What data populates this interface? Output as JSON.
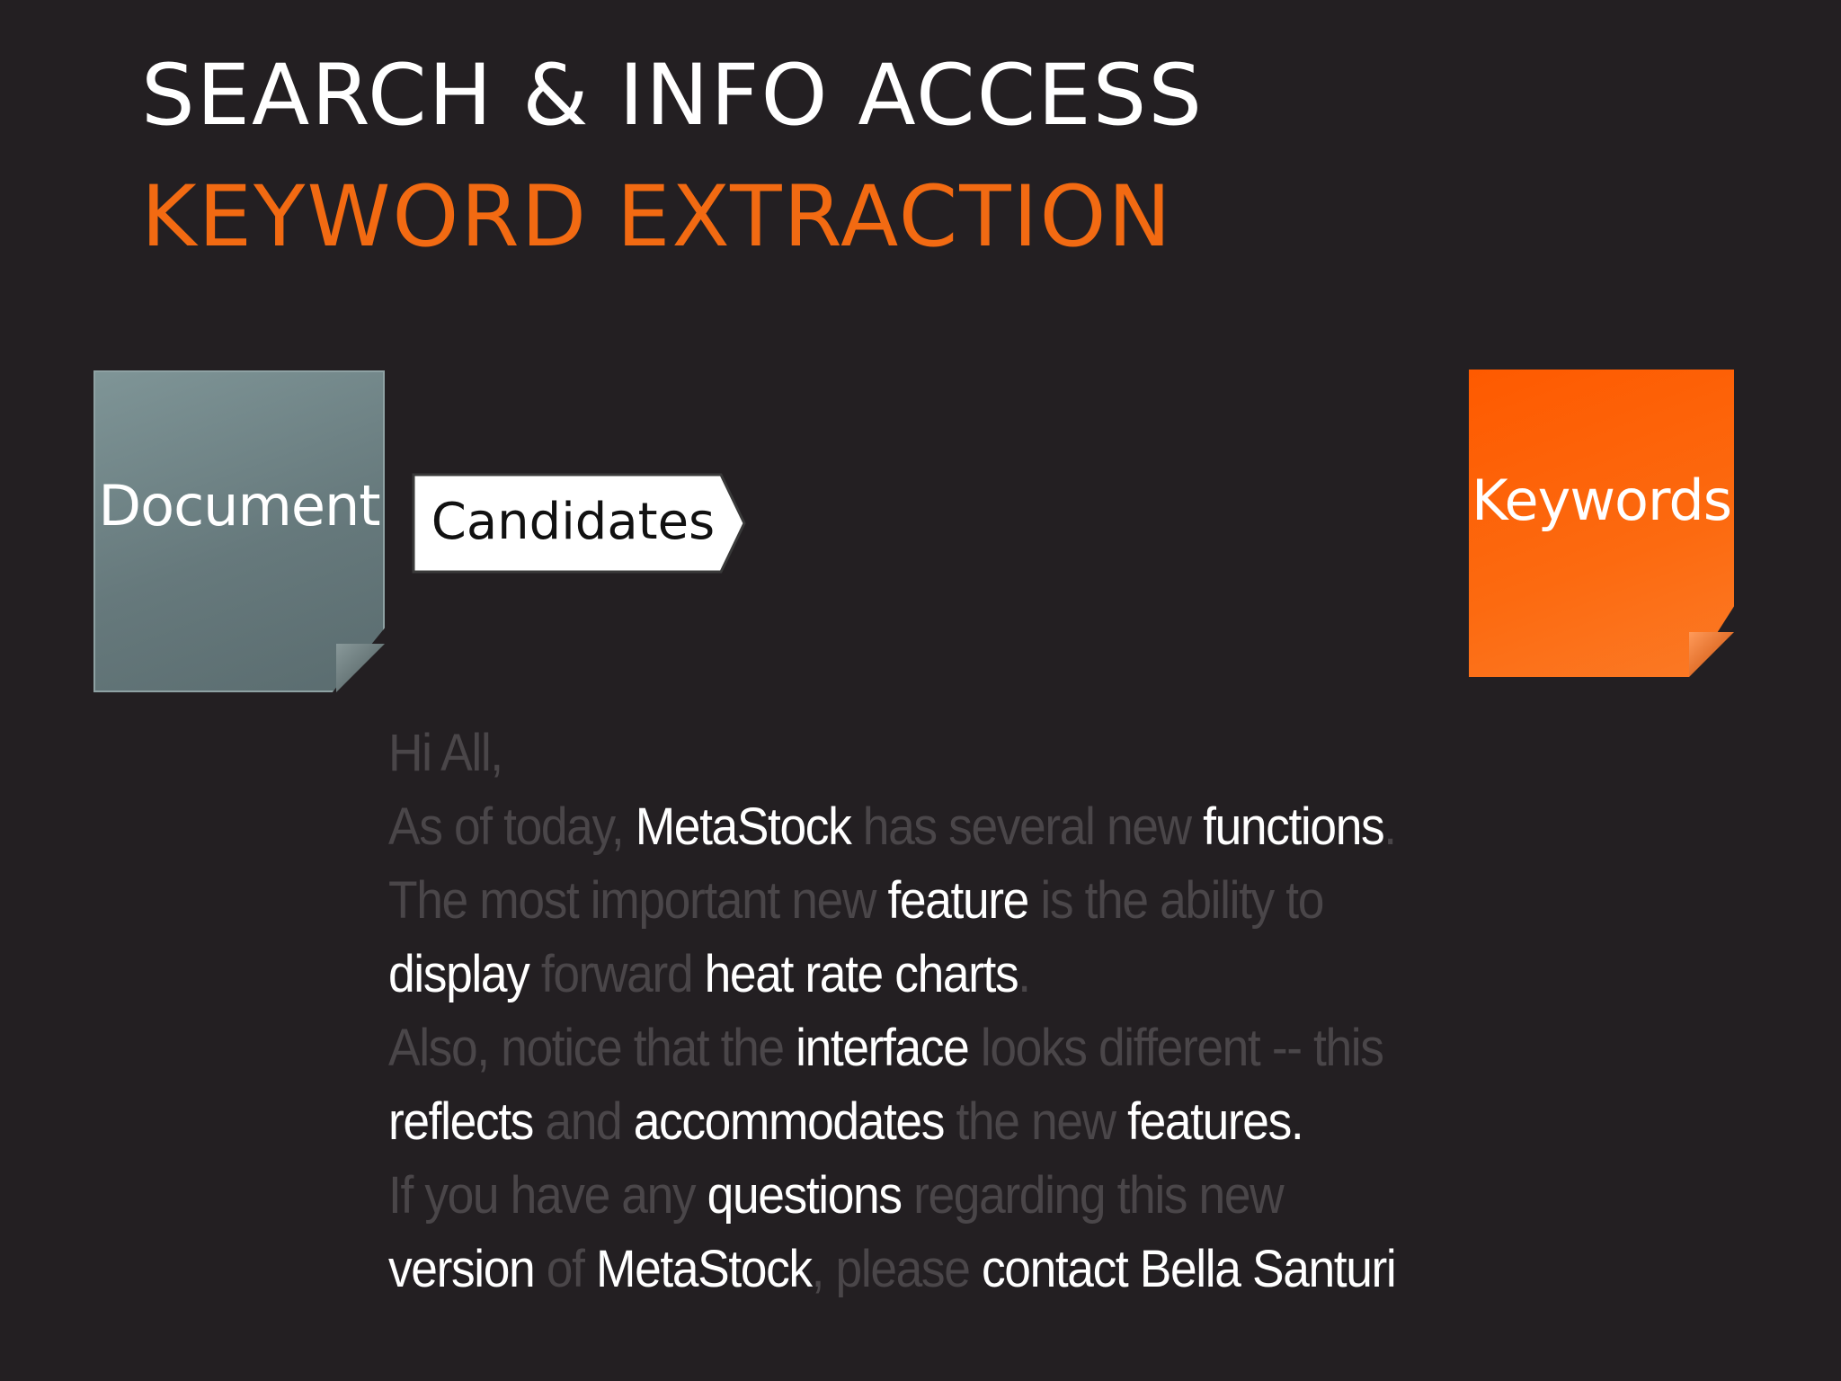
{
  "slide": {
    "title": "SEARCH & INFO ACCESS",
    "subtitle": "KEYWORD EXTRACTION"
  },
  "diagram": {
    "document_label": "Document",
    "candidates_label": "Candidates",
    "keywords_label": "Keywords"
  },
  "colors": {
    "background": "#231f22",
    "accent": "#f26a12",
    "document_card": "#6f8385",
    "keywords_card": "#fe5a00",
    "dim_text": "#4a4649",
    "keyword_text": "#ffffff"
  },
  "email": {
    "lines": [
      [
        {
          "text": "Hi All,",
          "kw": false
        }
      ],
      [
        {
          "text": "As of today, ",
          "kw": false
        },
        {
          "text": "MetaStock",
          "kw": true
        },
        {
          "text": " has several new ",
          "kw": false
        },
        {
          "text": "functions",
          "kw": true
        },
        {
          "text": ".",
          "kw": false
        }
      ],
      [
        {
          "text": "The most important new ",
          "kw": false
        },
        {
          "text": "feature",
          "kw": true
        },
        {
          "text": " is the ability to",
          "kw": false
        }
      ],
      [
        {
          "text": "display",
          "kw": true
        },
        {
          "text": " forward ",
          "kw": false
        },
        {
          "text": "heat rate charts",
          "kw": true
        },
        {
          "text": ".",
          "kw": false
        }
      ],
      [
        {
          "text": "Also, notice that the ",
          "kw": false
        },
        {
          "text": "interface",
          "kw": true
        },
        {
          "text": " looks different -- this",
          "kw": false
        }
      ],
      [
        {
          "text": "reflects",
          "kw": true
        },
        {
          "text": " and ",
          "kw": false
        },
        {
          "text": "accommodates",
          "kw": true
        },
        {
          "text": " the new ",
          "kw": false
        },
        {
          "text": "features.",
          "kw": true
        }
      ],
      [
        {
          "text": "If you have any ",
          "kw": false
        },
        {
          "text": "questions",
          "kw": true
        },
        {
          "text": " regarding this new",
          "kw": false
        }
      ],
      [
        {
          "text": "version",
          "kw": true
        },
        {
          "text": " of ",
          "kw": false
        },
        {
          "text": "MetaStock",
          "kw": true
        },
        {
          "text": ", please ",
          "kw": false
        },
        {
          "text": "contact Bella Santuri",
          "kw": true
        }
      ]
    ]
  }
}
